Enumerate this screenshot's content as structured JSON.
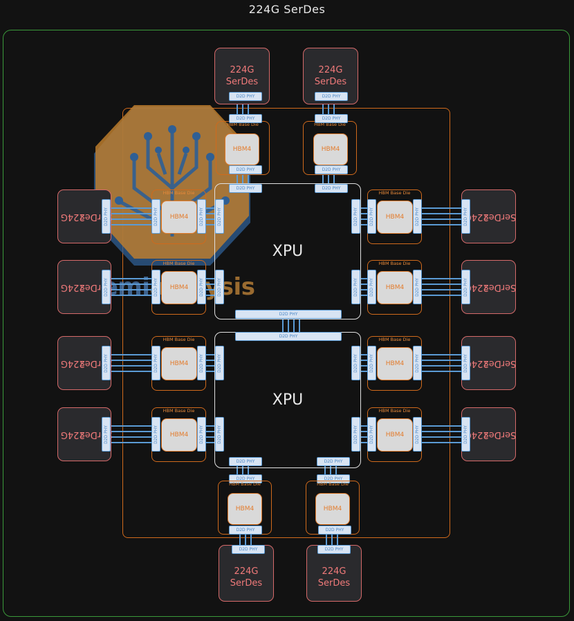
{
  "title": "224G SerDes",
  "serdes_label_line1": "224G",
  "serdes_label_line2": "SerDes",
  "phy_label": "D2D PHY",
  "base_die_label": "HBM Base Die",
  "hbm_label": "HBM4",
  "xpu_label": "XPU",
  "watermark": {
    "part1": "semi",
    "part2": "analysis"
  },
  "colors": {
    "outer_border": "#3a9a3a",
    "package_border": "#d06a1c",
    "serdes_text": "#f07a7a",
    "phy_border": "#5b9bd5",
    "wire": "#5b9bd5"
  }
}
